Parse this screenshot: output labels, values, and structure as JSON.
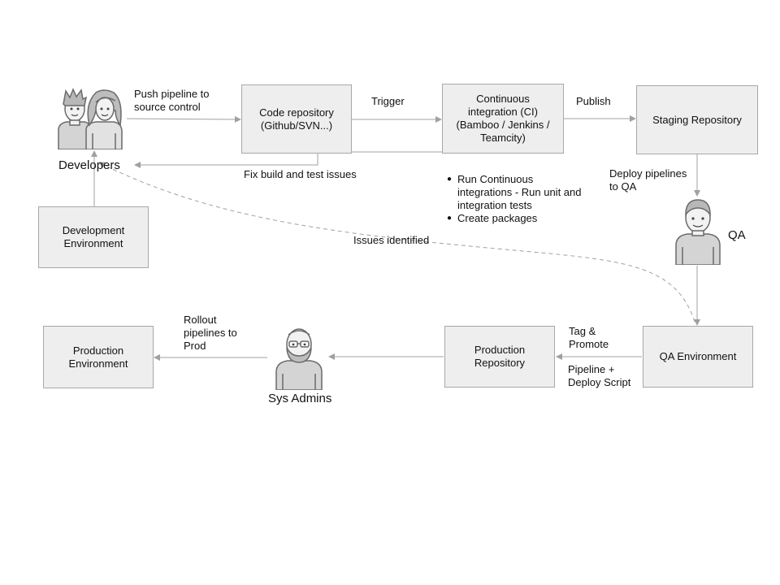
{
  "boxes": {
    "code_repo": "Code repository\n(Github/SVN...)",
    "ci": "Continuous\nintegration (CI)\n(Bamboo / Jenkins /\nTeamcity)",
    "staging_repo": "Staging Repository",
    "dev_env": "Development\nEnvironment",
    "qa_env": "QA Environment",
    "prod_repo": "Production\nRepository",
    "prod_env": "Production\nEnvironment"
  },
  "actors": {
    "developers": "Developers",
    "qa": "QA",
    "sys_admins": "Sys Admins"
  },
  "edges": {
    "push_pipeline": "Push pipeline to\nsource control",
    "trigger": "Trigger",
    "publish": "Publish",
    "fix_build": "Fix build and test issues",
    "deploy_qa": "Deploy pipelines\nto QA",
    "issues_identified": "Issues identified",
    "tag_promote": "Tag &\nPromote",
    "pipeline_deploy": "Pipeline +\nDeploy Script",
    "rollout": "Rollout\npipelines to\nProd"
  },
  "ci_notes": [
    "Run Continuous\nintegrations - Run unit and\nintegration tests",
    "Create packages"
  ],
  "colors": {
    "box_fill": "#eeeeee",
    "box_border": "#a8a8a8",
    "arrow": "#a0a0a0",
    "person_fill": "#d4d4d4",
    "person_stroke": "#6a6a6a"
  },
  "icons": {
    "developers": "developers-icon",
    "qa": "qa-person-icon",
    "sys_admins": "sys-admin-icon"
  }
}
